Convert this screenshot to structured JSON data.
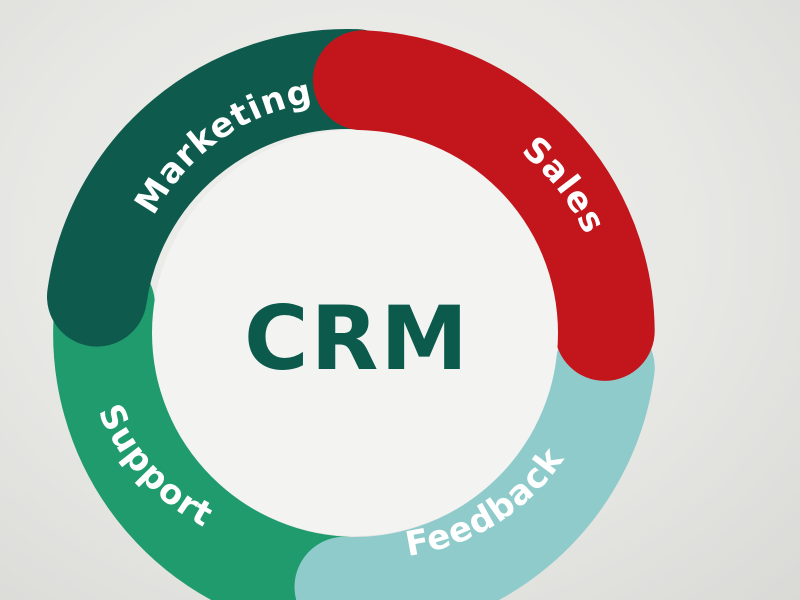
{
  "diagram": {
    "center": {
      "label": "CRM",
      "color": "#0b5a4c"
    },
    "segments": [
      {
        "key": "marketing",
        "label": "Marketing",
        "color": "#0e5b4d"
      },
      {
        "key": "sales",
        "label": "Sales",
        "color": "#c2161c"
      },
      {
        "key": "feedback",
        "label": "Feedback",
        "color": "#8fcbcb"
      },
      {
        "key": "support",
        "label": "Support",
        "color": "#1f9b6d"
      }
    ],
    "background": "#e6e6e3"
  }
}
